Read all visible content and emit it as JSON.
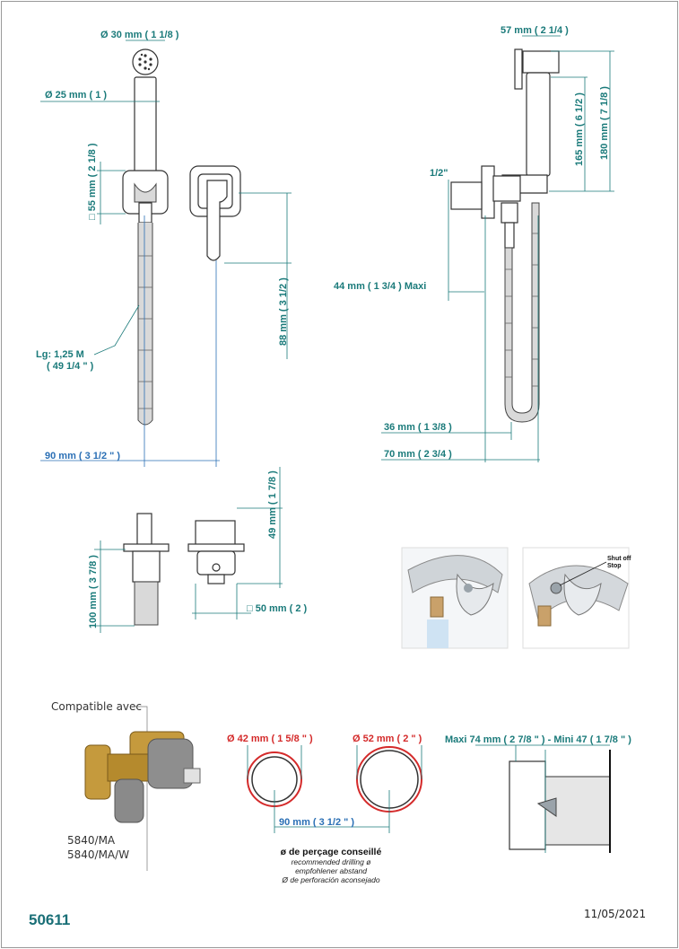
{
  "dimensions": {
    "d30": "Ø  30 mm ( 1 1/8 )",
    "d25": "Ø  25 mm ( 1 )",
    "sq55": "□  55 mm ( 2 1/8 )",
    "lg1": "Lg: 1,25 M",
    "lg2": "( 49 1/4 \" )",
    "d88": "88 mm ( 3 1/2 )",
    "d90a": "90 mm ( 3 1/2 \" )",
    "d57": "57 mm ( 2 1/4 )",
    "half": "1/2\"",
    "d165": "165 mm ( 6 1/2 )",
    "d180": "180 mm ( 7 1/8 )",
    "d44": "44 mm ( 1 3/4 )  Maxi",
    "d36": "36 mm ( 1 3/8 )",
    "d70": "70 mm ( 2 3/4 )",
    "d49": "49 mm ( 1 7/8 )",
    "d100": "100 mm ( 3 7/8 )",
    "sq50": "□  50 mm ( 2 )",
    "shutoff1": "Shut off",
    "shutoff2": "Stop",
    "d42": "Ø  42 mm ( 1 5/8 \" )",
    "d52": "Ø  52 mm ( 2 \" )",
    "d90b": "90 mm ( 3 1/2 \" )",
    "maxi": "Maxi  74 mm ( 2 7/8 \" )  - Mini 47 ( 1 7/8 \" )"
  },
  "compatible": {
    "title": "Compatible avec",
    "model1": "5840/MA",
    "model2": "5840/MA/W"
  },
  "drilling": {
    "title": "ø de perçage conseillé",
    "en": "recommended drilling ø",
    "de": "empfohlener abstand",
    "es": "Ø de perforación aconsejado"
  },
  "footer": {
    "ref": "50611",
    "date": "11/05/2021"
  },
  "colors": {
    "dimension_teal": "#1a7a7a",
    "dimension_blue": "#2a6fb5",
    "dimension_red": "#d42a2a"
  }
}
